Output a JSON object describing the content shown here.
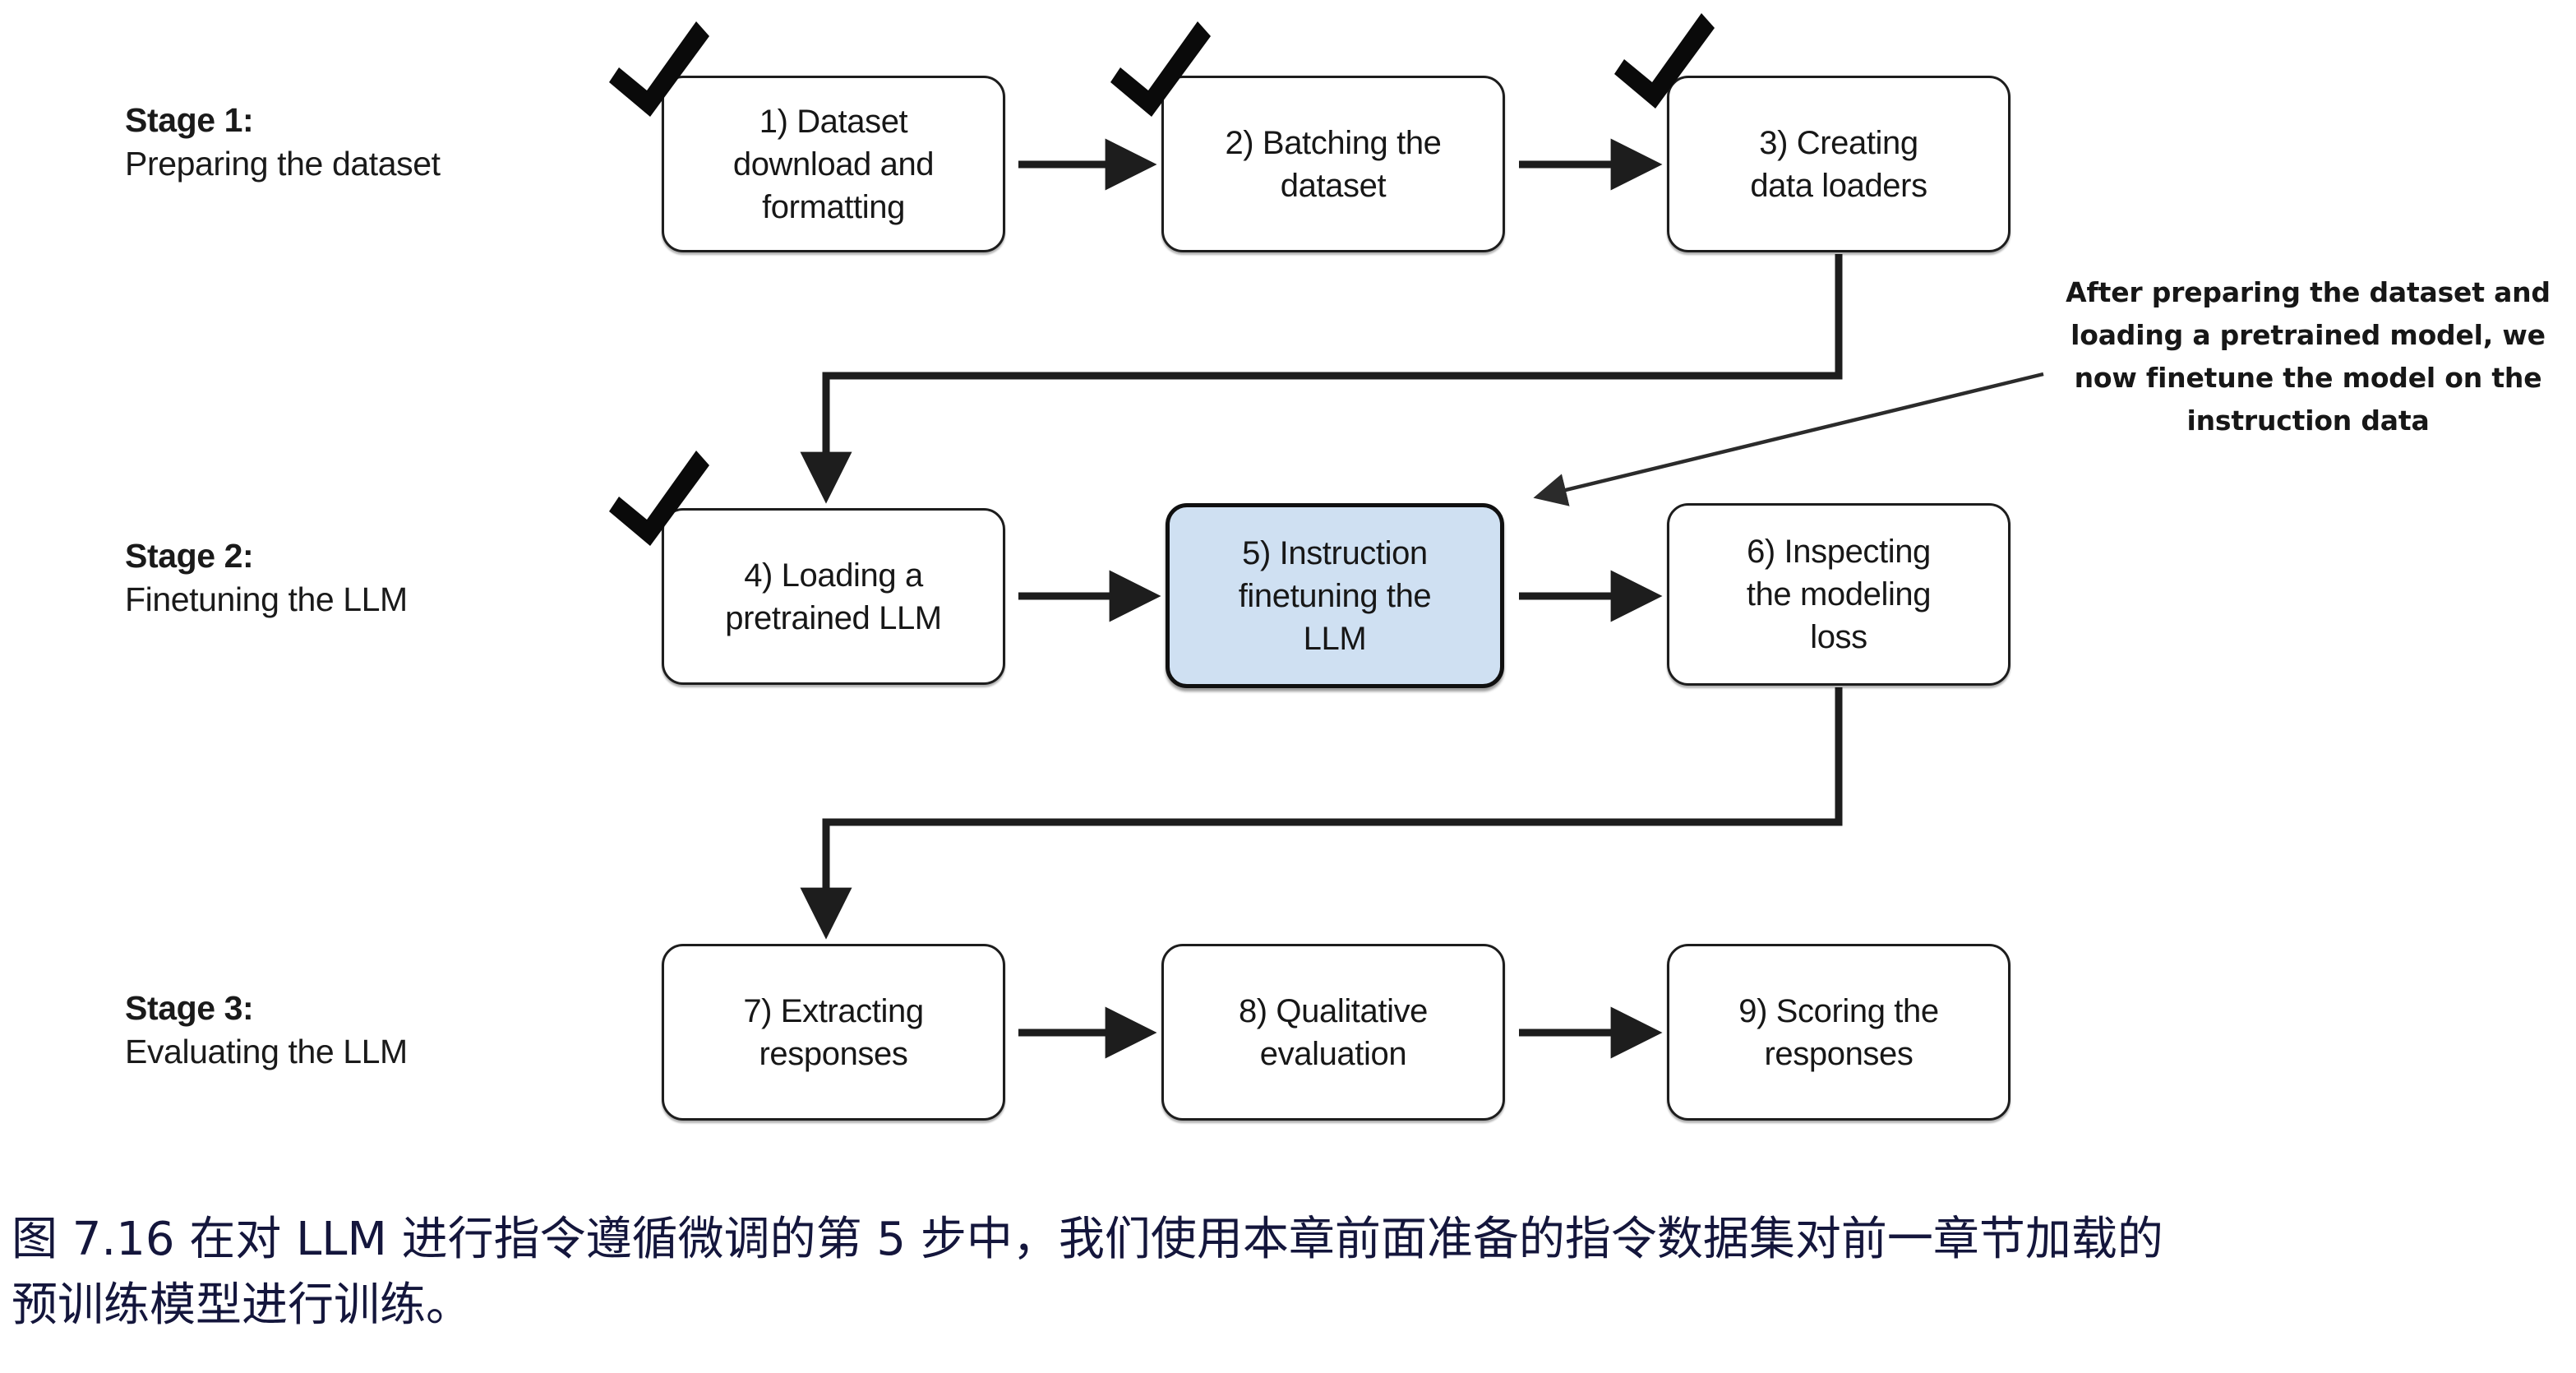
{
  "figure": {
    "title": "Instruction finetuning pipeline for LLMs",
    "background_color": "#ffffff",
    "highlight_color": "#cfe0f2",
    "line_color": "#1d1d1d",
    "caption_color": "#14163c"
  },
  "stages": [
    {
      "title": "Stage 1:",
      "subtitle": "Preparing the dataset"
    },
    {
      "title": "Stage 2:",
      "subtitle": "Finetuning the LLM"
    },
    {
      "title": "Stage 3:",
      "subtitle": "Evaluating the LLM"
    }
  ],
  "steps": [
    {
      "number": "1)",
      "label": "1) Dataset\ndownload and\nformatting",
      "done": true,
      "highlighted": false
    },
    {
      "number": "2)",
      "label": "2) Batching the\ndataset",
      "done": true,
      "highlighted": false
    },
    {
      "number": "3)",
      "label": "3) Creating\ndata loaders",
      "done": true,
      "highlighted": false
    },
    {
      "number": "4)",
      "label": "4) Loading a\npretrained LLM",
      "done": true,
      "highlighted": false
    },
    {
      "number": "5)",
      "label": "5) Instruction\nfinetuning the\nLLM",
      "done": false,
      "highlighted": true
    },
    {
      "number": "6)",
      "label": "6) Inspecting\nthe modeling\nloss",
      "done": false,
      "highlighted": false
    },
    {
      "number": "7)",
      "label": "7) Extracting\nresponses",
      "done": false,
      "highlighted": false
    },
    {
      "number": "8)",
      "label": "8) Qualitative\nevaluation",
      "done": false,
      "highlighted": false
    },
    {
      "number": "9)",
      "label": "9) Scoring the\nresponses",
      "done": false,
      "highlighted": false
    }
  ],
  "annotation": {
    "text": "After preparing the dataset and loading a pretrained model, we now finetune the model on the instruction data",
    "points_to": "5) Instruction finetuning the LLM"
  },
  "caption": {
    "line1": "图 7.16 在对 LLM 进行指令遵循微调的第 5 步中，我们使用本章前面准备的指令数据集对前一章节加载的",
    "line2": "预训练模型进行训练。"
  }
}
